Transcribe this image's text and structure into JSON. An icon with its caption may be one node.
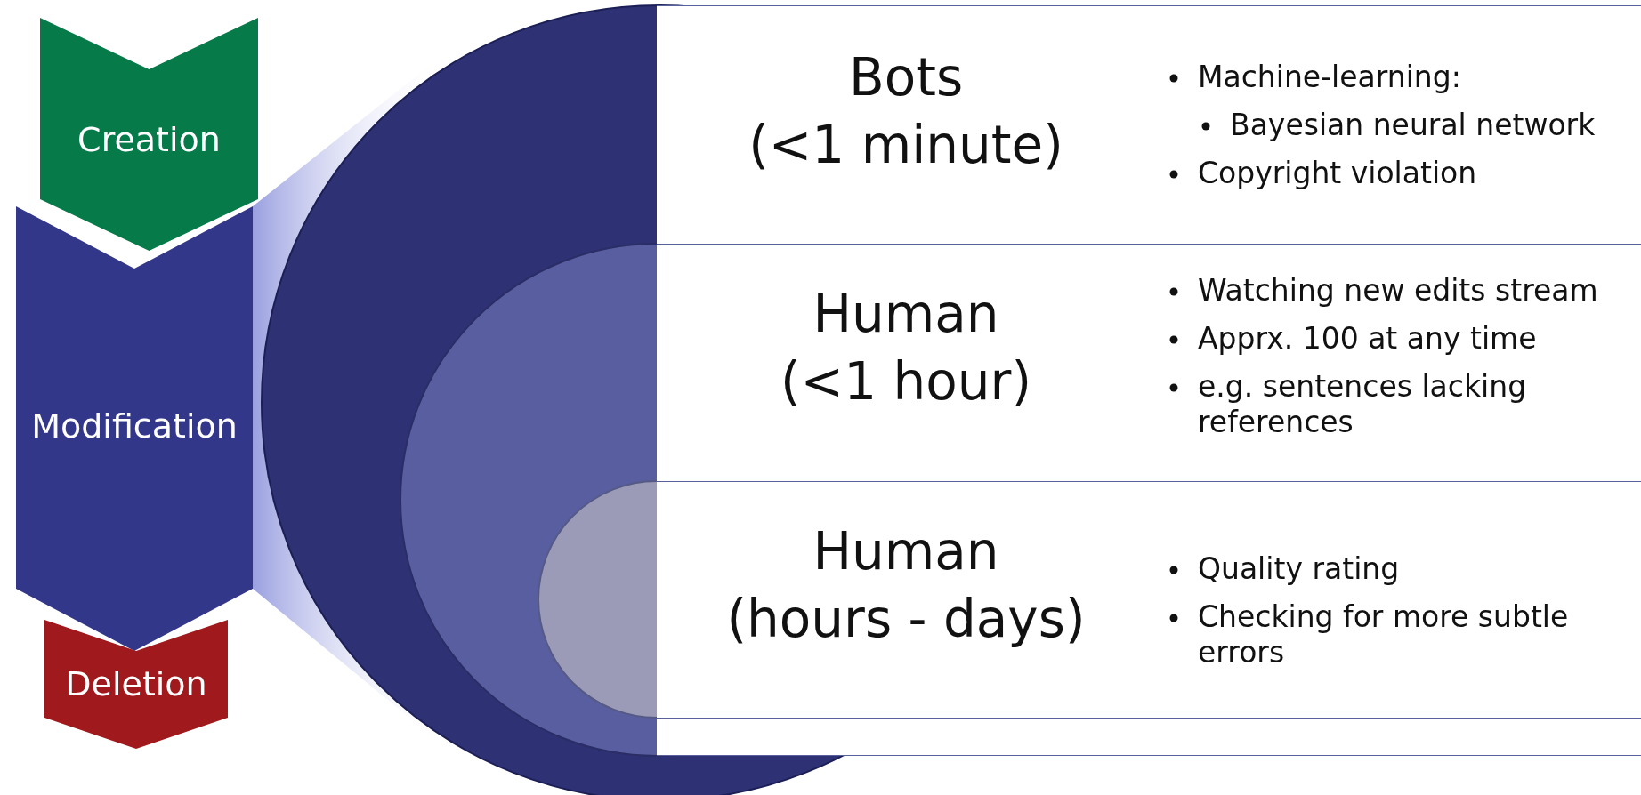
{
  "diagram": {
    "nodes": [
      {
        "text": [
          "Creation"
        ]
      },
      {
        "text": [
          "Modification"
        ]
      },
      {
        "text": [
          "Deletion"
        ]
      },
      {
        "text": [
          "Bots (<1 minute)",
          "Machine-learning:",
          "Bayesian neural network",
          "Copyright violation"
        ]
      },
      {
        "text": [
          "Human (<1 hour)",
          "Watching new edits stream",
          "Apprx. 100 at any time",
          "e.g. sentences lacking references"
        ]
      },
      {
        "text": [
          "Human (hours - days)",
          "Quality rating",
          "Checking for more subtle errors"
        ]
      }
    ]
  }
}
